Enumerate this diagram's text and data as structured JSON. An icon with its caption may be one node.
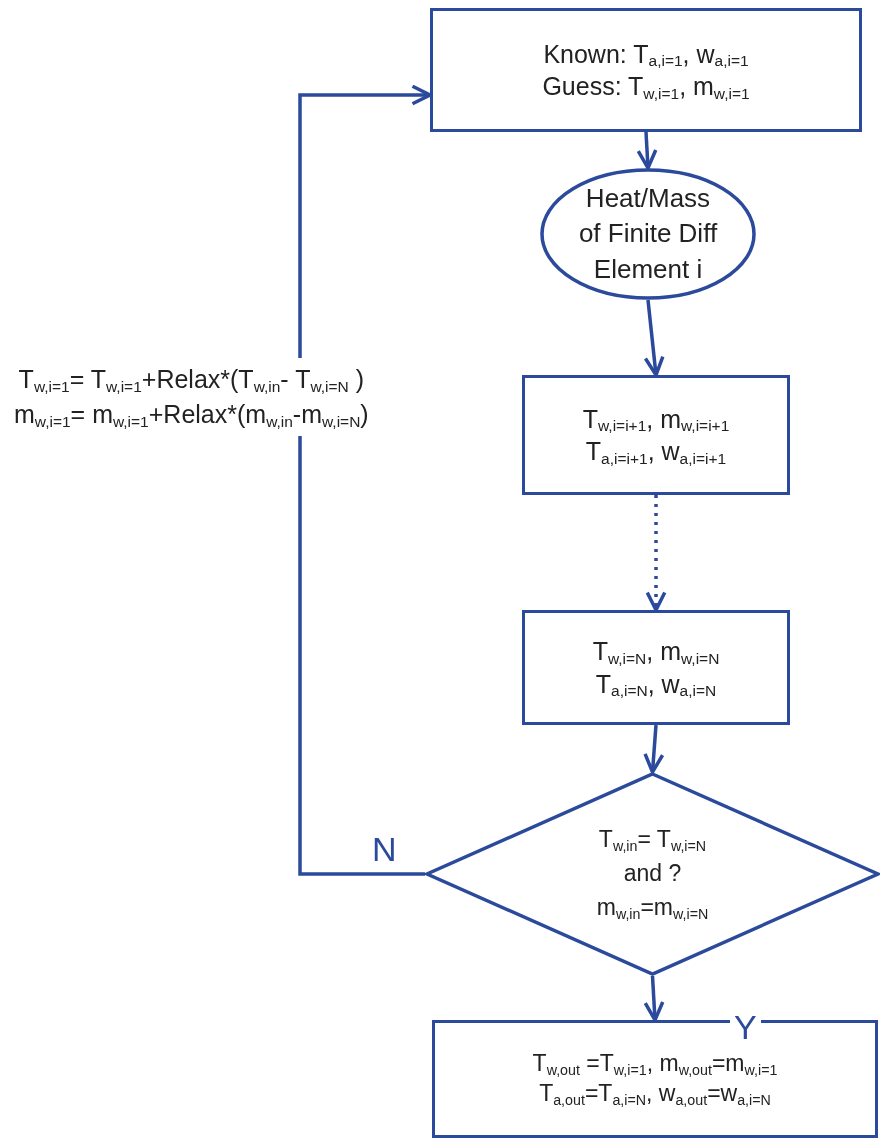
{
  "diagram": {
    "nodes": [
      {
        "text": [
          "Known: T$_{a,i=1}$, w$_{a,i=1}$",
          "Guess: T$_{w,i=1}$, m$_{w,i=1}$"
        ]
      },
      {
        "text": [
          "Heat/Mass of Finite Diff Element i"
        ]
      },
      {
        "text": [
          "T$_{w,i=i+1}$, m$_{w,i=i+1}$",
          "T$_{a,i=i+1}$, w$_{a,i=i+1}$"
        ]
      },
      {
        "text": [
          "T$_{w,i=N}$, m$_{w,i=N}$",
          "T$_{a,i=N}$, w$_{a,i=N}$"
        ]
      },
      {
        "text": [
          "T$_{w,in}$= T$_{w,i=N}$",
          "and ?",
          "m$_{w,in}$=m$_{w,i=N}$"
        ]
      },
      {
        "text": [
          "T$_{w,out}$ =T$_{w,i=1}$, m$_{w,out}$=m$_{w,i=1}$",
          "T$_{a,out}$=T$_{a,i=N}$, w$_{a,out}$=w$_{a,i=N}$"
        ]
      }
    ],
    "edges": [
      {
        "from": 0,
        "to": 1,
        "arrow": "to"
      },
      {
        "from": 1,
        "to": 2,
        "arrow": "to"
      },
      {
        "from": 2,
        "to": 3,
        "arrow": "to",
        "style": "dashed"
      },
      {
        "from": 3,
        "to": 4,
        "arrow": "to"
      },
      {
        "from": 4,
        "to": 5,
        "arrow": "to",
        "label": "Y"
      },
      {
        "from": 4,
        "to": 0,
        "arrow": "to",
        "label": "N"
      }
    ],
    "labels": [
      "T$_{w,i=1}$= T$_{w,i=1}$+Relax*(T$_{w,in}$- T$_{w,i=N}$ )",
      "m$_{w,i=1}$= m$_{w,i=1}$+Relax*(m$_{w,in}$-m$_{w,i=N}$)"
    ]
  }
}
